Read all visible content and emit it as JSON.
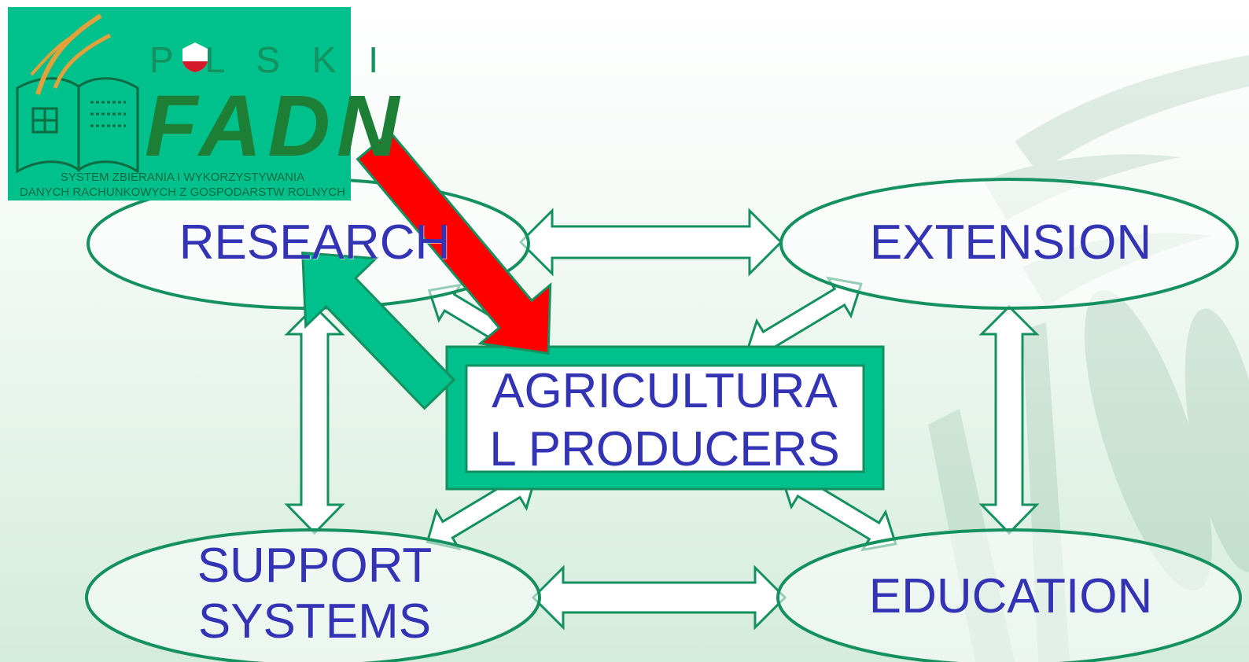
{
  "logo": {
    "brand_top": "P  L S K I",
    "brand_main": "FADN",
    "tagline_line1": "SYSTEM ZBIERANIA I WYKORZYSTYWANIA",
    "tagline_line2": "DANYCH RACHUNKOWYCH Z GOSPODARSTW ROLNYCH"
  },
  "nodes": {
    "research": "RESEARCH",
    "extension": "EXTENSION",
    "support_line1": "SUPPORT",
    "support_line2": "SYSTEMS",
    "education": "EDUCATION",
    "producers_line1": "AGRICULTURA",
    "producers_line2": "L PRODUCERS"
  },
  "colors": {
    "outline": "#14915f",
    "accent_fill": "#00c08b",
    "highlight_arrow": "#ff0000",
    "label_text": "#3333b5",
    "background_top": "#ffffff",
    "background_bottom": "#d4ecdc"
  },
  "icons": {
    "background_watermark": "wheat-watermark-icon",
    "logo_emblem": "open-book-wheat-icon",
    "flag": "polish-flag-shield-icon"
  }
}
